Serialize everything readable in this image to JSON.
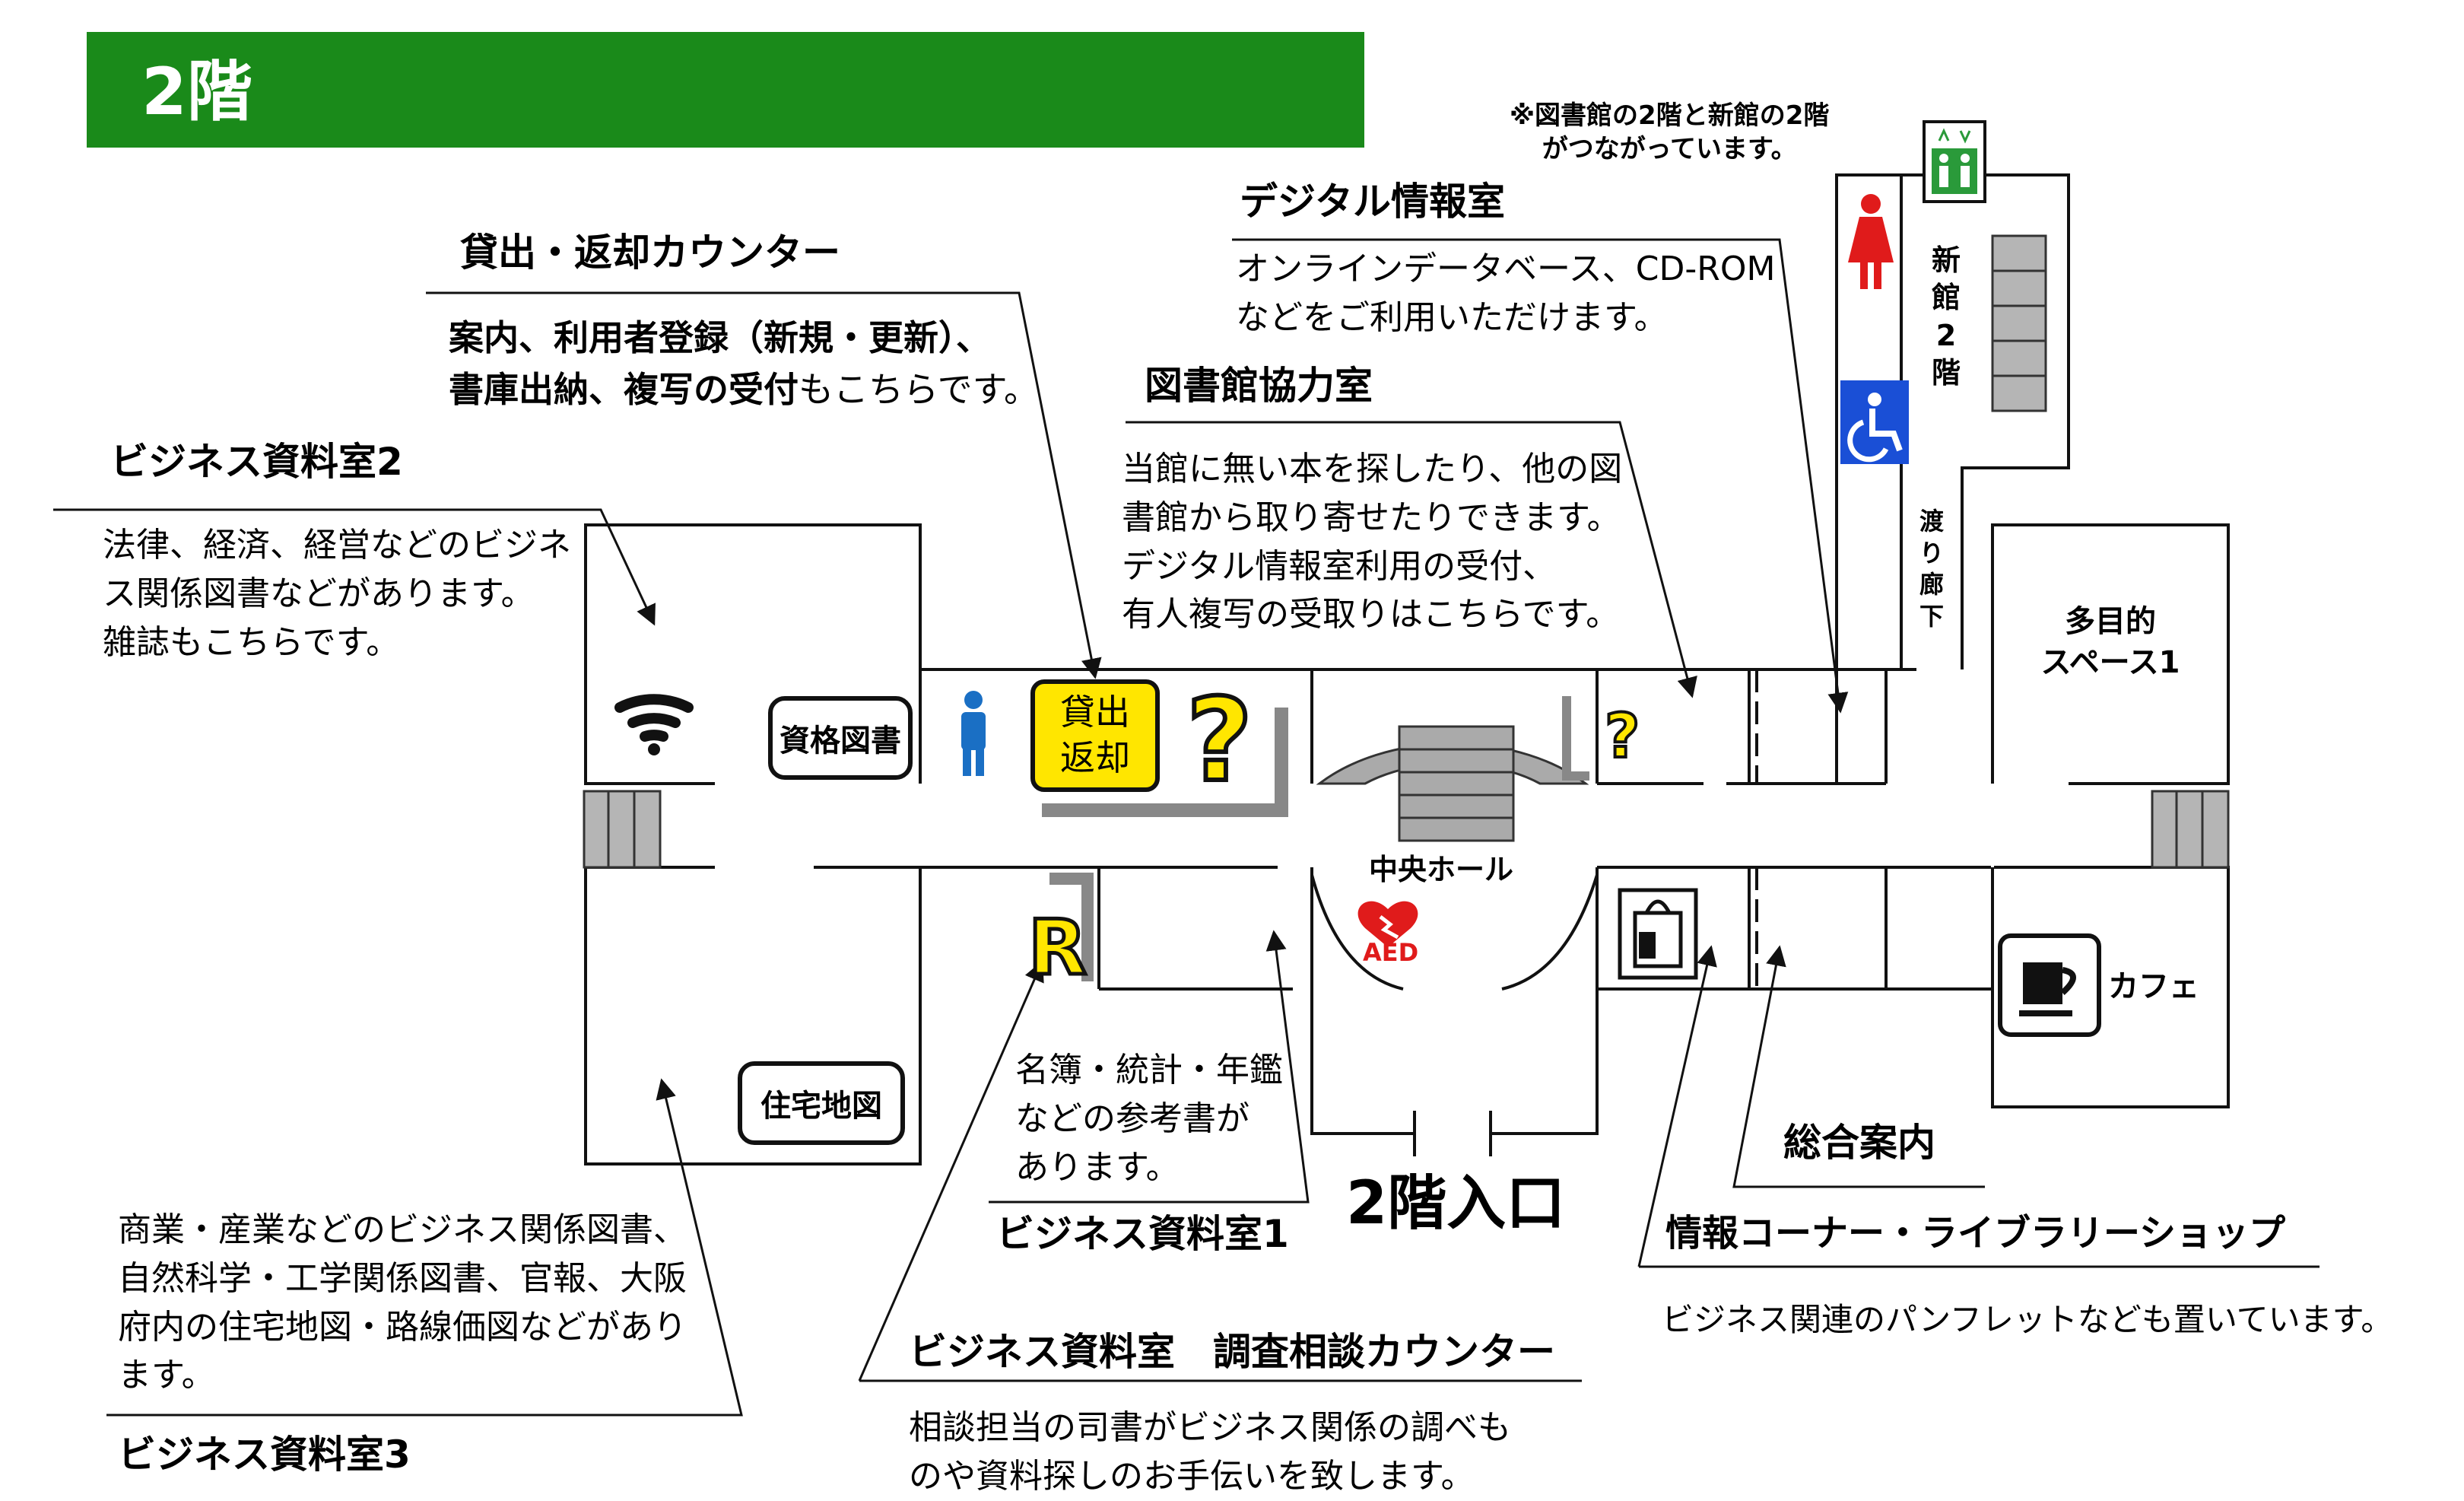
{
  "header": {
    "title": "2階"
  },
  "notes": {
    "connection": "※図書館の2階と新館の2階\nがつながっています。"
  },
  "rooms": {
    "counter": {
      "title": "貸出・返却カウンター",
      "desc_bold": "案内、利用者登録（新規・更新）、",
      "desc_line2_bold": "書庫出納、複写の受付",
      "desc_line2_rest": "もこちらです。"
    },
    "digital": {
      "title": "デジタル情報室",
      "desc": "オンラインデータベース、CD-ROM\nなどをご利用いただけます。"
    },
    "cooperation": {
      "title": "図書館協力室",
      "desc": "当館に無い本を探したり、他の図\n書館から取り寄せたりできます。\nデジタル情報室利用の受付、\n有人複写の受取りはこちらです。"
    },
    "business2": {
      "title": "ビジネス資料室2",
      "desc": "法律、経済、経営などのビジネ\nス関係図書などがあります。\n雑誌もこちらです。"
    },
    "business3": {
      "title": "ビジネス資料室3",
      "desc": "商業・産業などのビジネス関係図書、\n自然科学・工学関係図書、官報、大阪\n府内の住宅地図・路線価図などがあり\nます。"
    },
    "business1": {
      "title": "ビジネス資料室1",
      "desc": "名簿・統計・年鑑\nなどの参考書が\nあります。"
    },
    "consult": {
      "title": "ビジネス資料室　調査相談カウンター",
      "desc": "相談担当の司書がビジネス関係の調べも\nのや資料探しのお手伝いを致します。"
    },
    "info_desk": {
      "title": "総合案内"
    },
    "info_corner": {
      "title": "情報コーナー・ライブラリーショップ",
      "desc": "ビジネス関連のパンフレットなども置いています。"
    },
    "multipurpose": {
      "title": "多目的\nスペース1"
    },
    "cafe": {
      "title": "カフェ"
    }
  },
  "map_labels": {
    "entrance": "2階入口",
    "central_hall": "中央ホール",
    "aed": "AED",
    "new_building": "新\n館\n2\n階",
    "corridor": "渡\nり\n廊\n下",
    "license_books": "資格図書",
    "housing_maps": "住宅地図",
    "lend_return": "貸出\n返却"
  },
  "icons": [
    "wifi-icon",
    "man-restroom-icon",
    "woman-restroom-icon",
    "wheelchair-icon",
    "elevator-icon",
    "question-icon",
    "reference-r-icon",
    "aed-icon",
    "shop-bag-icon",
    "coffee-icon",
    "staircase-icon"
  ],
  "colors": {
    "header_green": "#1a8a1a",
    "counter_yellow": "#ffe600",
    "wheelchair_blue": "#1a4fd6",
    "man_blue": "#1a6fc4",
    "woman_red": "#e01b1b",
    "aed_red": "#e01b1b",
    "elevator_green": "#2a9a3a"
  }
}
